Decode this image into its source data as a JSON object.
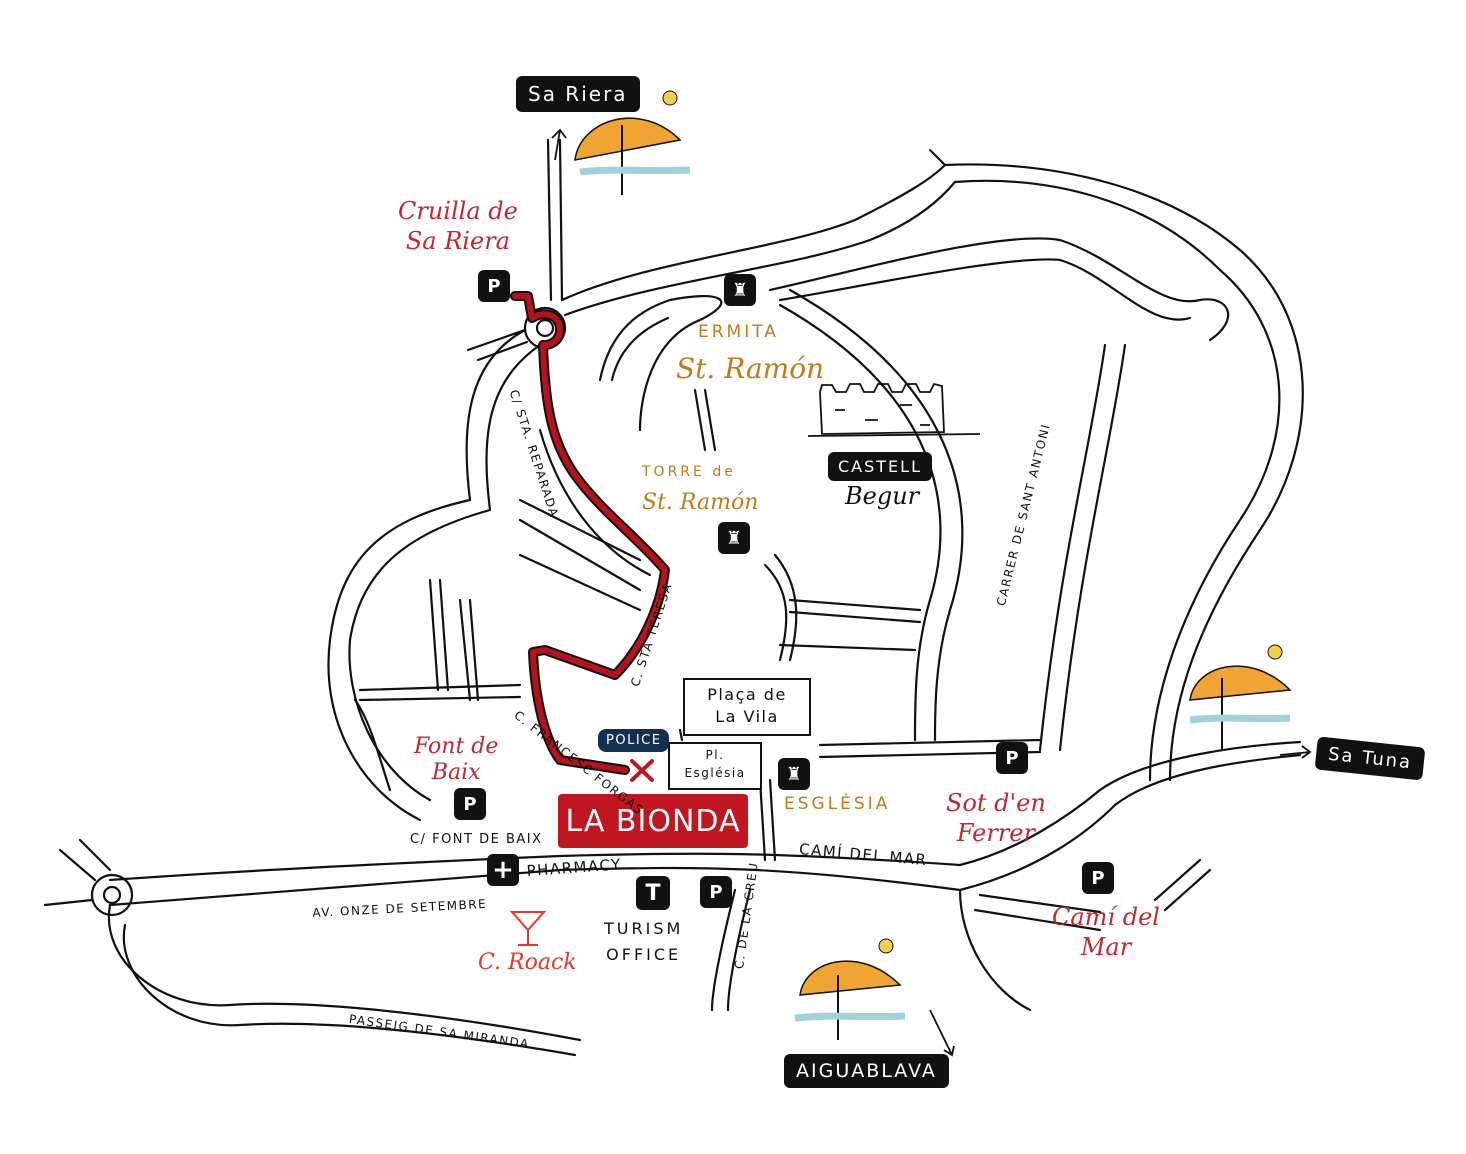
{
  "destinations": {
    "sa_riera": "Sa Riera",
    "sa_tuna": "Sa Tuna",
    "aiguablava": "AIGUABLAVA"
  },
  "highlight": {
    "restaurant": "LA BIONDA",
    "police": "POLICE"
  },
  "squares": {
    "placa_vila_line1": "Plaça de",
    "placa_vila_line2": "La Vila",
    "pl_esglesia_line1": "Pl.",
    "pl_esglesia_line2": "Església"
  },
  "landmarks": {
    "castell": "CASTELL",
    "begur": "Begur",
    "ermita": "ERMITA",
    "st_ramon_ermita": "St. Ramón",
    "torre_de": "TORRE de",
    "st_ramon_torre": "St. Ramón",
    "esglesia": "ESGLÉSIA",
    "turism_line1": "TURISM",
    "turism_line2": "OFFICE",
    "pharmacy": "PHARMACY"
  },
  "parkings": {
    "cruilla_line1": "Cruilla de",
    "cruilla_line2": "Sa Riera",
    "font_baix_line1": "Font de",
    "font_baix_line2": "Baix",
    "sot_line1": "Sot d'en",
    "sot_line2": "Ferrer",
    "cami_line1": "Camí del",
    "cami_line2": "Mar",
    "c_roack": "C. Roack"
  },
  "streets": {
    "sta_reparada": "C/ STA. REPARADA",
    "sta_teresa": "C. STA TERESA",
    "francesc_forgas": "C. FRANCESC FORGAS",
    "font_de_baix": "C/ FONT DE BAIX",
    "cami_del_mar": "CAMÍ DEL MAR",
    "av_onze": "AV. ONZE DE SETEMBRE",
    "passeig": "PASSEIG DE SA MIRANDA",
    "c_de_la_creu": "C. DE LA CREU",
    "carrer_sant_antoni": "CARRER DE SANT ANTONI"
  },
  "icons": {
    "parking": "P",
    "tourism": "T",
    "pharmacy_cross": "+",
    "route_end": "X"
  },
  "colors": {
    "route": "#b5121b",
    "restaurant_bg": "#c0161f",
    "police_bg": "#13314f",
    "script_red": "#c0282e",
    "landmark_gold": "#c07a1a",
    "umbrella_orange": "#f0a433",
    "sea_blue": "#9fd3d8"
  }
}
